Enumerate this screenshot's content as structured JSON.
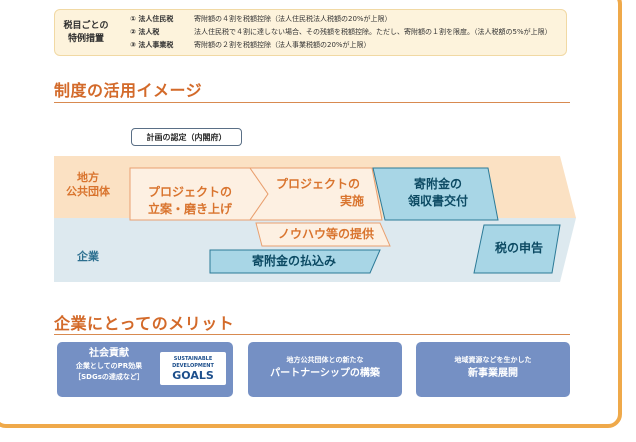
{
  "tax": {
    "label_line1": "税目ごとの",
    "label_line2": "特例措置",
    "rows": [
      {
        "name": "① 法人住民税",
        "desc": "寄附額の４割を税額控除（法人住民税法人税額の20%が上限）"
      },
      {
        "name": "② 法人税",
        "desc": "法人住民税で４割に達しない場合、その残額を税額控除。ただし、寄附額の１割を限度。（法人税額の5%が上限）"
      },
      {
        "name": "③ 法人事業税",
        "desc": "寄附額の２割を税額控除（法人事業税額の20%が上限）"
      }
    ]
  },
  "section1": {
    "title": "制度の活用イメージ"
  },
  "plan_label": "計画の認定（内閣府）",
  "rows": {
    "gov_line1": "地方",
    "gov_line2": "公共団体",
    "corp": "企業"
  },
  "steps": {
    "planning_line1": "プロジェクトの",
    "planning_line2": "立案・磨き上げ",
    "execution_line1": "プロジェクトの",
    "execution_line2": "実施",
    "receipt_line1": "寄附金の",
    "receipt_line2": "領収書交付",
    "knowhow": "ノウハウ等の提供",
    "payment": "寄附金の払込み",
    "tax_filing": "税の申告"
  },
  "section2": {
    "title": "企業にとってのメリット"
  },
  "benefits": [
    {
      "title": "社会貢献",
      "sub_line1": "企業としてのPR効果",
      "sub_line2": "［SDGsの達成など］"
    },
    {
      "title": "パートナーシップの構築",
      "sub": "地方公共団体との新たな"
    },
    {
      "title": "新事業展開",
      "sub": "地域資源などを生かした"
    }
  ],
  "sdg_logo": {
    "line1": "SUSTAINABLE",
    "line2": "DEVELOPMENT",
    "line3": "GOALS"
  },
  "colors": {
    "accent_orange": "#d36a2a",
    "band_orange": "#fbe1c3",
    "band_blue": "#dde9ef",
    "teal_box": "#a8d6e6",
    "benefit_blue": "#7590c4",
    "frame": "#efa94a"
  }
}
